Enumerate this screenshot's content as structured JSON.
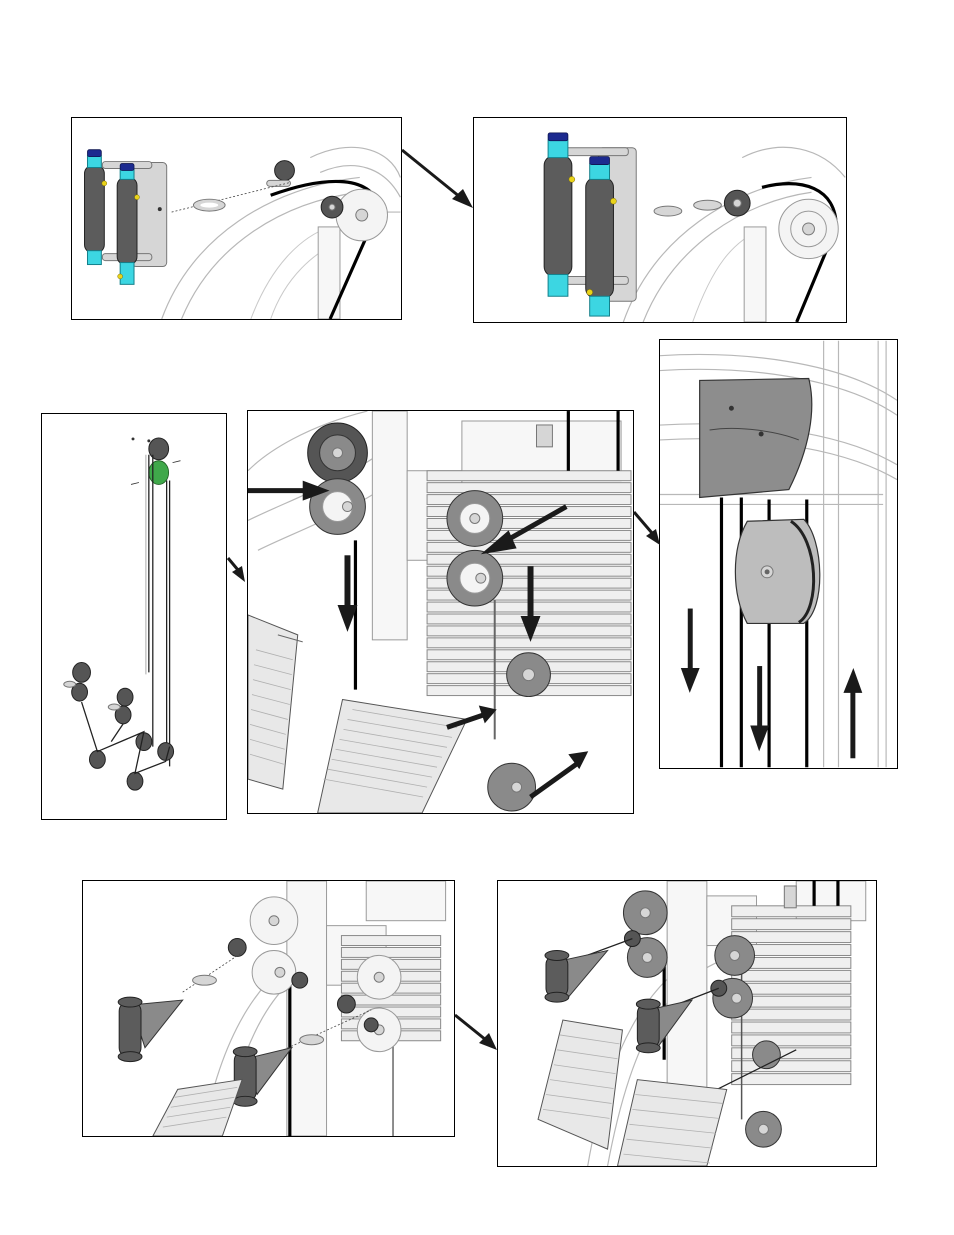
{
  "figure": {
    "panels": [
      {
        "id": "panel-top-left",
        "subject": "handle-assembly-exploded"
      },
      {
        "id": "panel-top-right",
        "subject": "handle-assembly-attached"
      },
      {
        "id": "panel-mid-left",
        "subject": "cable-pulley-overview"
      },
      {
        "id": "panel-mid-center",
        "subject": "pulley-stack-routing"
      },
      {
        "id": "panel-mid-right",
        "subject": "top-pulley-cable-direction"
      },
      {
        "id": "panel-bottom-left",
        "subject": "stirrup-handles-exploded"
      },
      {
        "id": "panel-bottom-right",
        "subject": "stirrup-handles-attached"
      }
    ],
    "colors": {
      "outline": "#000000",
      "cable": "#000000",
      "roller_cyan": "#3cd6e2",
      "cap_navy": "#1c2a8f",
      "bolt_yellow": "#e9d31a",
      "highlight_green": "#3fa84a",
      "pulley_gray": "#8a8a8a"
    }
  }
}
